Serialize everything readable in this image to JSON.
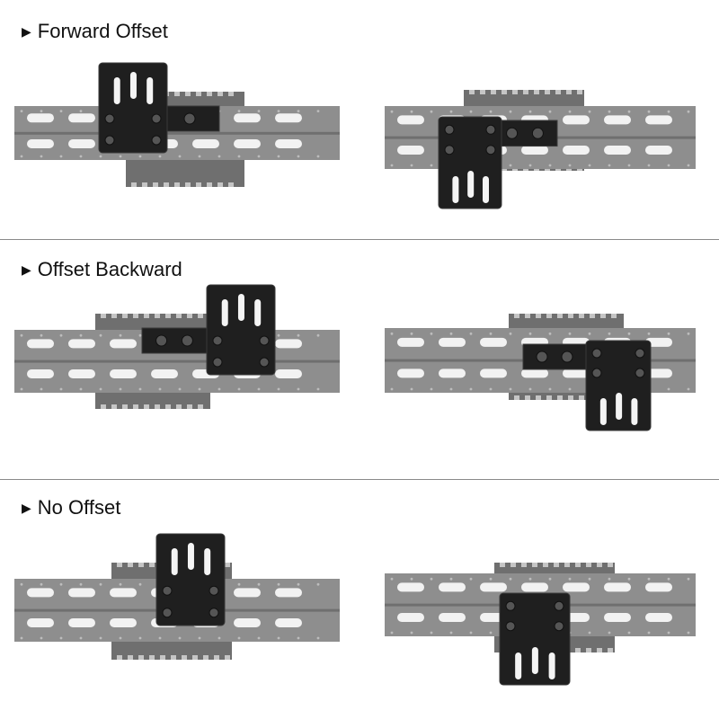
{
  "sections": [
    {
      "label": "Forward Offset",
      "marker": "▶"
    },
    {
      "label": "Offset Backward",
      "marker": "▶"
    },
    {
      "label": "No Offset",
      "marker": "▶"
    }
  ],
  "colors": {
    "rail": "#8e8e8e",
    "rail_dark": "#6f6f6f",
    "rail_slot": "#f2f2f2",
    "mount": "#1f1f1f",
    "mount_edge": "#3a3a3a",
    "screw": "#555555",
    "divider": "#8a8a8a"
  }
}
